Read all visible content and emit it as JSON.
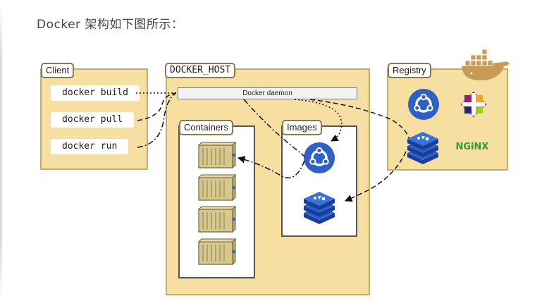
{
  "heading": "Docker 架构如下图所示：",
  "client": {
    "label": "Client",
    "commands": [
      "docker build",
      "docker pull",
      "docker run"
    ]
  },
  "host": {
    "label": "DOCKER_HOST",
    "daemon": "Docker daemon",
    "containers_label": "Containers",
    "images_label": "Images"
  },
  "registry": {
    "label": "Registry",
    "nginx_text": "NGiNX"
  },
  "colors": {
    "panel_fill": "#f7dfa2",
    "panel_border": "#c7ac64",
    "image_blue": "#2d61c8",
    "container_tan": "#d7c88d",
    "docker_whale": "#c89a55",
    "nginx_green": "#2e9a3a"
  }
}
